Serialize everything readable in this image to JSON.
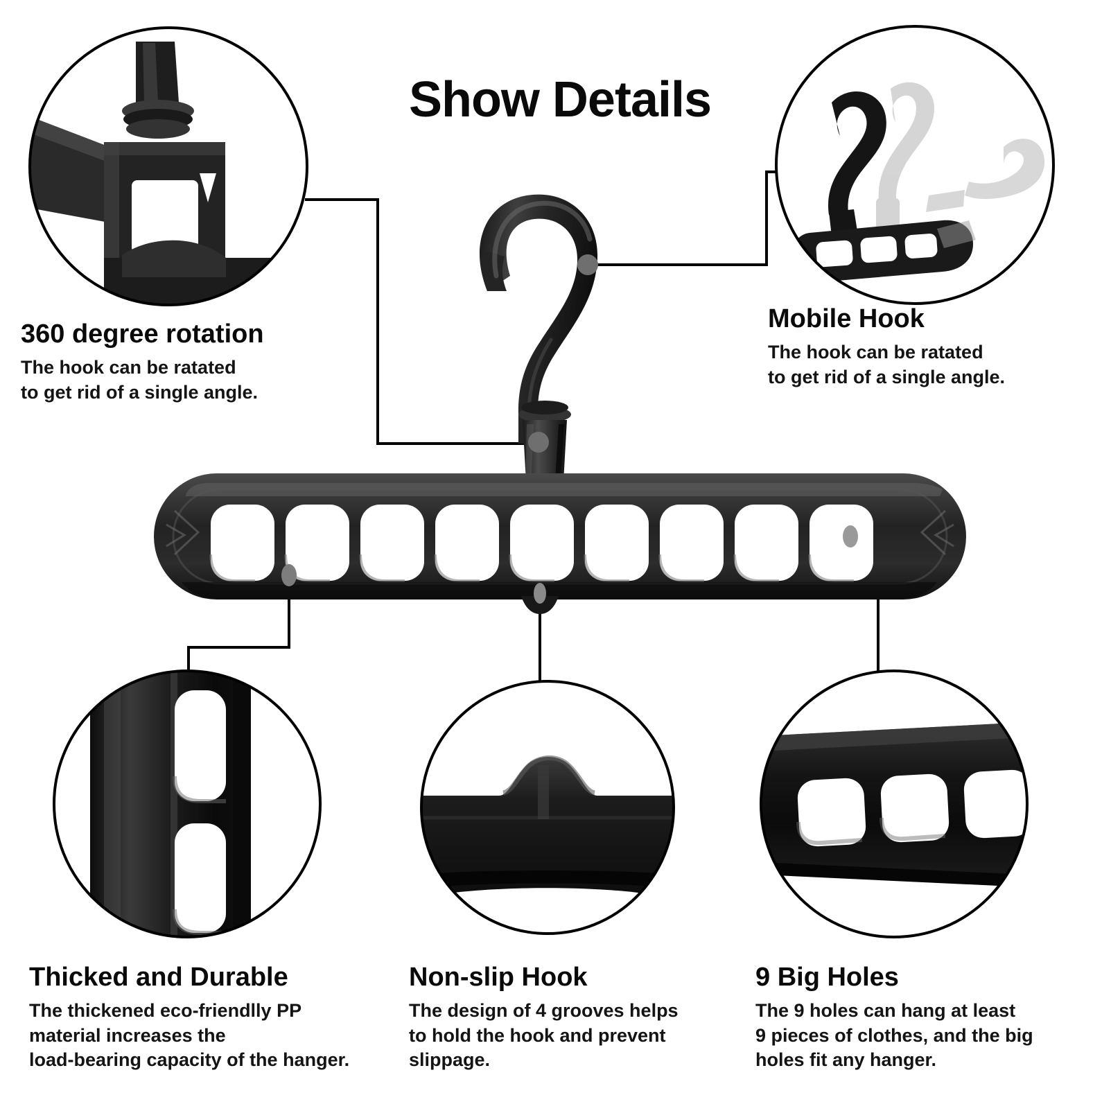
{
  "page": {
    "title": "Show Details",
    "background_color": "#ffffff",
    "text_color": "#0a0a0a",
    "product_color": "#1b1b1b",
    "anchor_dot_color": "#7d7d7d",
    "leader_line_color": "#000000"
  },
  "features": [
    {
      "id": "rotation",
      "heading": "360 degree rotation",
      "body": "The hook can be ratated\nto get rid of a single angle.",
      "detail_photo": "swivel-joint-bracket-closeup"
    },
    {
      "id": "mobile_hook",
      "heading": "Mobile Hook",
      "body": "The hook can be ratated\nto get rid of a single angle.",
      "detail_photo": "three-hook-rotation-positions"
    },
    {
      "id": "durable",
      "heading": "Thicked and Durable",
      "body": "The thickened eco-friendlly PP\nmaterial increases the\nload-bearing capacity of the hanger.",
      "detail_photo": "thick-body-vertical-closeup"
    },
    {
      "id": "nonslip",
      "heading": "Non-slip Hook",
      "body": "The design of 4 grooves helps\nto hold the hook and prevent\nslippage.",
      "detail_photo": "non-slip-groove-bump-closeup"
    },
    {
      "id": "big_holes",
      "heading": "9 Big Holes",
      "body": "The 9 holes can hang at least\n9 pieces of clothes, and the big\nholes fit any hanger.",
      "detail_photo": "big-holes-horizontal-closeup"
    }
  ],
  "product": {
    "name": "multi-port-clothes-hanger",
    "hole_count": 9,
    "hook_shape": "question-mark",
    "swivel_joint": true
  }
}
